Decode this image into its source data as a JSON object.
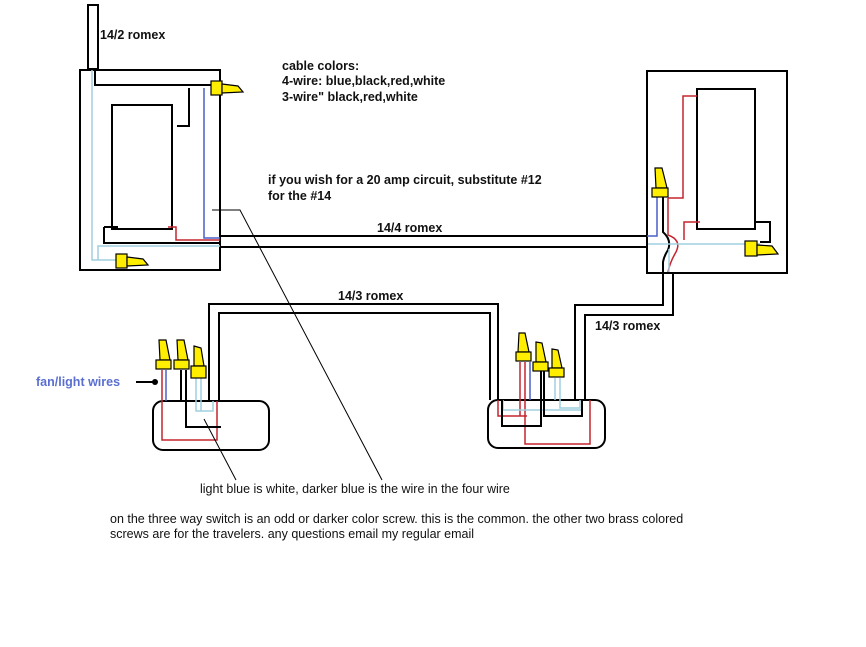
{
  "labels": {
    "supply_cable": "14/2 romex",
    "four_wire_cable": "14/4 romex",
    "three_wire_cable_left": "14/3 romex",
    "three_wire_cable_right": "14/3 romex",
    "fan_light_wires": "fan/light wires"
  },
  "cable_colors": {
    "heading": "cable colors:",
    "four_wire": "4-wire: blue,black,red,white",
    "three_wire": "3-wire\" black,red,white"
  },
  "notes": {
    "amp_line1": "if you wish for a 20 amp circuit, substitute #12",
    "amp_line2": "for the #14",
    "legend": "light blue is white, darker blue is the wire in the four wire",
    "switch_line1": "on the three way switch is an odd or darker color screw. this is the common. the other two brass colored",
    "switch_line2": "screws are for the travelers.  any questions email my regular email"
  },
  "colors": {
    "black_wire": "#000000",
    "red_wire": "#c4262e",
    "white_wire": "#9fd0e0",
    "blue_wire": "#4a5fc8",
    "wire_nut": "#ffee00",
    "fan_label": "#5a6fd0"
  }
}
